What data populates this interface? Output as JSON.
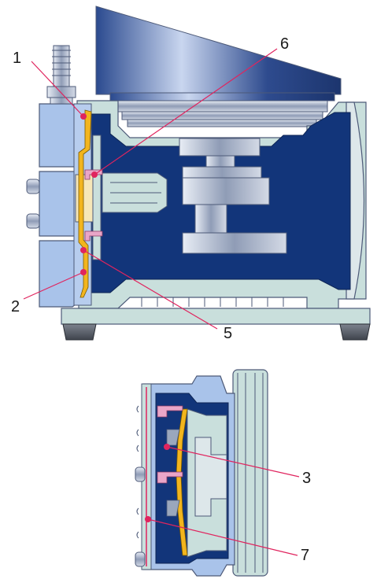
{
  "figure": {
    "callouts": [
      {
        "id": "c1",
        "label": "1"
      },
      {
        "id": "c2",
        "label": "2"
      },
      {
        "id": "c3",
        "label": "3"
      },
      {
        "id": "c5",
        "label": "5"
      },
      {
        "id": "c6",
        "label": "6"
      },
      {
        "id": "c7",
        "label": "7"
      }
    ],
    "colors": {
      "housing_dark_blue": "#12357a",
      "housing_light": "#c9dfdc",
      "head_blue": "#a9c3ea",
      "metal_steel": "#9aa7bd",
      "diaphragm_yellow": "#f2b51e",
      "valve_pink": "#e9a6c8",
      "callout_line": "#e0245e",
      "foot_gray": "#555b66",
      "outline": "#4d5a78"
    }
  }
}
